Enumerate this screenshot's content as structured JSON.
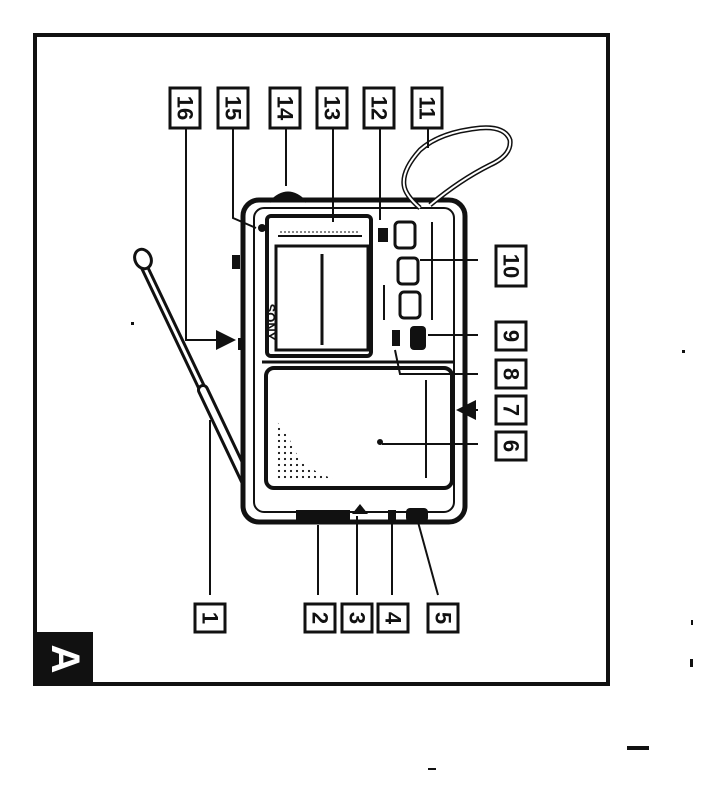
{
  "figure": {
    "panel_letter": "A",
    "brand": "SONY"
  },
  "callouts": [
    {
      "number": "1"
    },
    {
      "number": "2"
    },
    {
      "number": "3"
    },
    {
      "number": "4"
    },
    {
      "number": "5"
    },
    {
      "number": "6"
    },
    {
      "number": "7"
    },
    {
      "number": "8"
    },
    {
      "number": "9"
    },
    {
      "number": "10"
    },
    {
      "number": "11"
    },
    {
      "number": "12"
    },
    {
      "number": "13"
    },
    {
      "number": "14"
    },
    {
      "number": "15"
    },
    {
      "number": "16"
    }
  ]
}
